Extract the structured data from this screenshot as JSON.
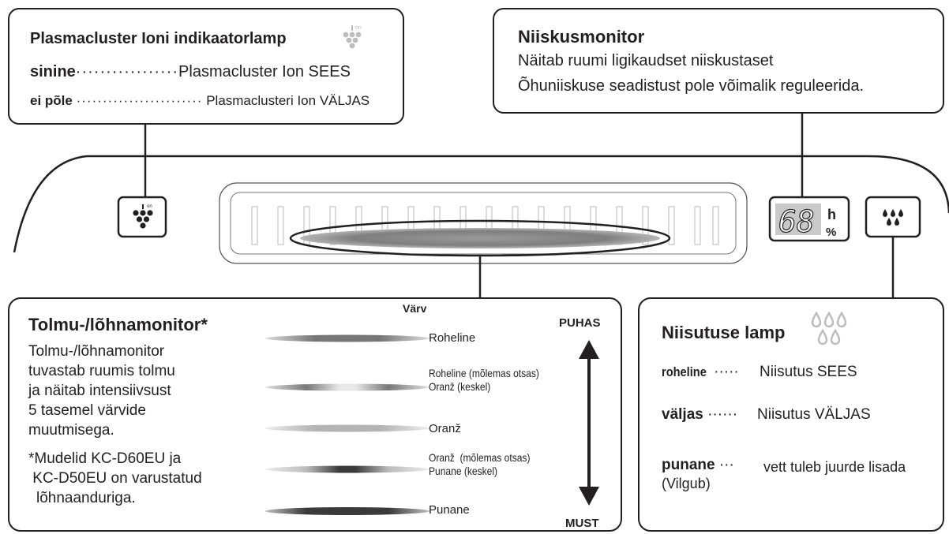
{
  "plasma_box": {
    "title": "Plasmacluster Ioni indikaatorlamp",
    "icon_label": "on",
    "rows": [
      {
        "key": "sinine",
        "dots": "·················",
        "value": "Plasmacluster Ion SEES"
      },
      {
        "key": "ei põle",
        "dots": "························",
        "value": "Plasmaclusteri Ion VÄLJAS"
      }
    ]
  },
  "humidity_monitor_box": {
    "title": "Niiskusmonitor",
    "lines": [
      "Näitab ruumi ligikaudset niiskustaset",
      "Õhuniiskuse seadistust pole võimalik reguleerida."
    ]
  },
  "device_panel": {
    "display_digits": "68",
    "display_unit_top": "h",
    "display_unit_bottom": "%",
    "ion_icon_label": "on"
  },
  "dust_box": {
    "title": "Tolmu-/lõhnamonitor*",
    "description_lines": [
      "Tolmu-/lõhnamonitor",
      "tuvastab ruumis tolmu",
      "ja näitab intensiivsust",
      "5 tasemel värvide",
      "muutmisega."
    ],
    "footnote_lines": [
      "*Mudelid KC-D60EU ja",
      " KC-D50EU on varustatud",
      "lõhnaanduriga."
    ],
    "color_header": "Värv",
    "top_label": "PUHAS",
    "bottom_label": "MUST",
    "levels": [
      {
        "line1": "Roheline",
        "line2": ""
      },
      {
        "line1": "Roheline (mõlemas otsas)",
        "line2": "Oranž (keskel)"
      },
      {
        "line1": "Oranž",
        "line2": ""
      },
      {
        "line1": "Oranž  (mõlemas otsas)",
        "line2": "Punane (keskel)"
      },
      {
        "line1": "Punane",
        "line2": ""
      }
    ]
  },
  "humidify_box": {
    "title": "Niisutuse lamp",
    "rows": [
      {
        "key": "roheline",
        "dots": "·····",
        "value": "Niisutus SEES",
        "extra": ""
      },
      {
        "key": "väljas",
        "dots": "······",
        "value": "Niisutus VÄLJAS",
        "extra": ""
      },
      {
        "key": "punane",
        "dots": "···",
        "value": "vett tuleb juurde lisada",
        "extra": "(Vilgub)"
      }
    ]
  },
  "colors": {
    "ink": "#231f20",
    "indicator_gray": "#8a8a8a",
    "display_bg": "#c9c9c9"
  }
}
